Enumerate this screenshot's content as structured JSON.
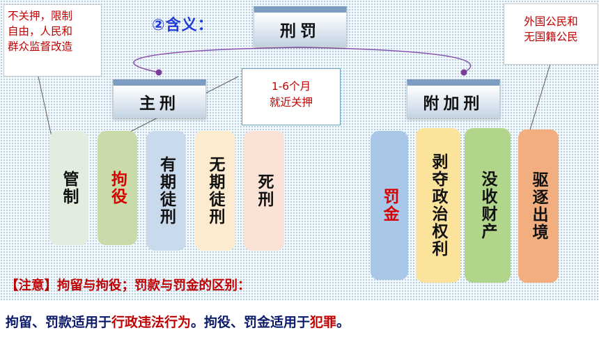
{
  "top_left_note": [
    "不关押，限制",
    "自由，人民和",
    "群众监督改造"
  ],
  "heading": "②含义：",
  "root": "刑罚",
  "top_right_note": [
    "外国公民和",
    "无国籍公民"
  ],
  "main_callout": [
    "1-6个月",
    "就近关押"
  ],
  "branches": {
    "main": {
      "label": "主刑",
      "items": [
        {
          "label": "管制",
          "color": "#e2eddf",
          "text_color": "#111111"
        },
        {
          "label": "拘役",
          "color": "#c8dba9",
          "text_color": "#d80000"
        },
        {
          "label": "有期徒刑",
          "color": "#c9daed",
          "text_color": "#111111"
        },
        {
          "label": "无期徒刑",
          "color": "#fcebcf",
          "text_color": "#111111"
        },
        {
          "label": "死刑",
          "color": "#fae2d7",
          "text_color": "#111111"
        }
      ]
    },
    "additional": {
      "label": "附加刑",
      "items": [
        {
          "label": "罚金",
          "color": "#a9c7e8",
          "text_color": "#d80000"
        },
        {
          "label": "剥夺政治权利",
          "color": "#fbe39c",
          "text_color": "#111111"
        },
        {
          "label": "没收财产",
          "color": "#b0d58b",
          "text_color": "#111111"
        },
        {
          "label": "驱逐出境",
          "color": "#f3ae7f",
          "text_color": "#111111"
        }
      ]
    }
  },
  "notice": "【注意】拘留与拘役；罚款与罚金的区别：",
  "summary": {
    "p1": "拘留、罚款适用于",
    "p2": "行政违法行为",
    "p3": "。拘役、罚金适用于",
    "p4": "犯罪",
    "p5": "。"
  },
  "colors": {
    "title_blue": "#1f3ad6",
    "emphasis_red": "#c00000",
    "connector_purple": "#7b3c9b"
  }
}
